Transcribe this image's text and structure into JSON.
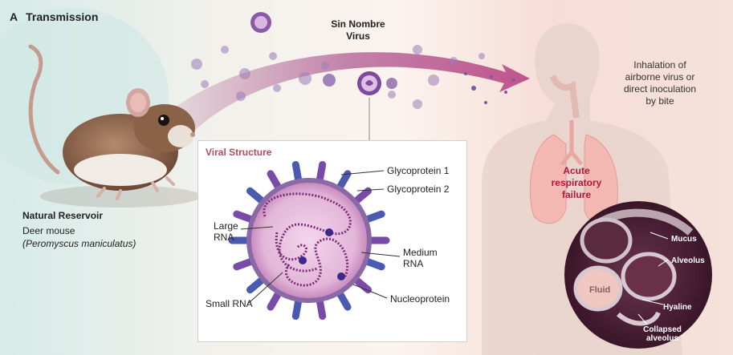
{
  "panel": {
    "letter": "A",
    "title": "Transmission"
  },
  "virus_name": {
    "line1": "Sin Nombre",
    "line2": "Virus"
  },
  "reservoir": {
    "title": "Natural Reservoir",
    "common_name": "Deer mouse",
    "scientific_name": "(Peromyscus maniculatus)"
  },
  "inhalation": {
    "line1": "Inhalation of",
    "line2": "airborne virus or",
    "line3": "direct inoculation",
    "line4": "by bite"
  },
  "acute_failure": {
    "line1": "Acute",
    "line2": "respiratory",
    "line3": "failure"
  },
  "viral_structure": {
    "title": "Viral Structure",
    "glycoprotein1": "Glycoprotein 1",
    "glycoprotein2": "Glycoprotein 2",
    "large_rna": {
      "line1": "Large",
      "line2": "RNA"
    },
    "medium_rna": {
      "line1": "Medium",
      "line2": "RNA"
    },
    "small_rna": "Small RNA",
    "nucleoprotein": "Nucleoprotein"
  },
  "alveolus_labels": {
    "mucus": "Mucus",
    "alveolus": "Alveolus",
    "fluid": "Fluid",
    "hyaline": "Hyaline",
    "collapsed_line1": "Collapsed",
    "collapsed_line2": "alveolus"
  },
  "colors": {
    "accent_red": "#b3173a",
    "virus_purple": "#6a3b8e",
    "reservoir_teal": "#cfe7e4",
    "alveolus_dark": "#4a2035"
  }
}
